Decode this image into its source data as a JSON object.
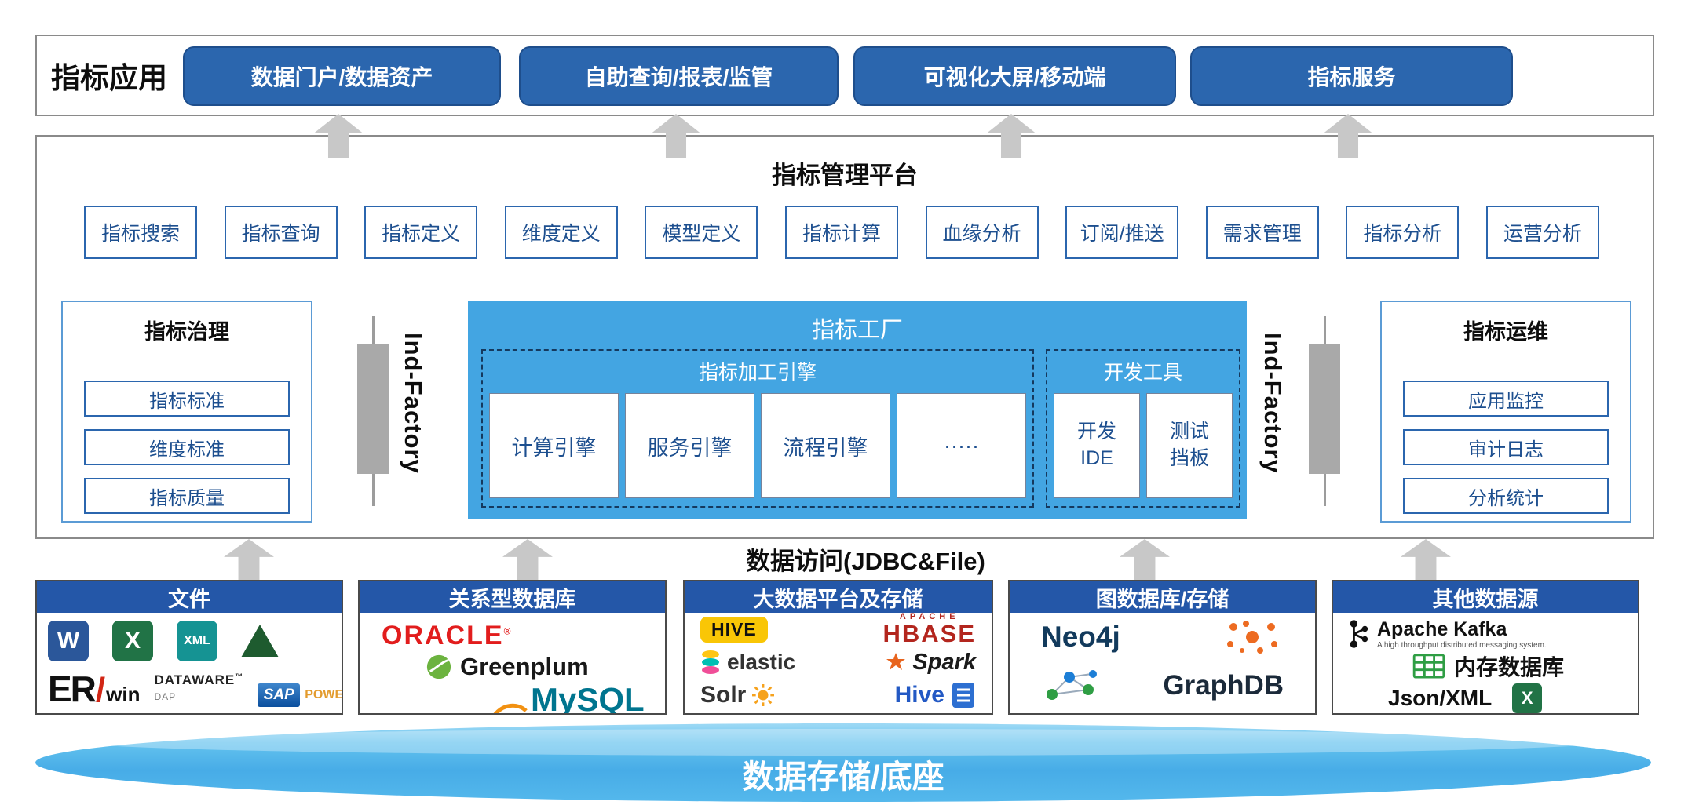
{
  "colors": {
    "button_blue": "#2b66ae",
    "panel_blue": "#43a5e2",
    "header_blue": "#2457a8",
    "arrow_gray": "#c8c8c8",
    "base_blue": "#54b8ec",
    "box_border_blue": "#2b66ae",
    "box_text_blue": "#1d4f8f"
  },
  "top": {
    "label": "指标应用",
    "buttons": [
      "数据门户/数据资产",
      "自助查询/报表/监管",
      "可视化大屏/移动端",
      "指标服务"
    ]
  },
  "platform": {
    "title": "指标管理平台",
    "modules": [
      "指标搜索",
      "指标查询",
      "指标定义",
      "维度定义",
      "模型定义",
      "指标计算",
      "血缘分析",
      "订阅/推送",
      "需求管理",
      "指标分析",
      "运营分析"
    ],
    "governance": {
      "title": "指标治理",
      "items": [
        "指标标准",
        "维度标准",
        "指标质量"
      ]
    },
    "factory": {
      "title": "指标工厂",
      "left_rail": "Ind-Factory",
      "right_rail": "Ind-Factory",
      "engines": {
        "title": "指标加工引擎",
        "items": [
          "计算引擎",
          "服务引擎",
          "流程引擎",
          "·····"
        ]
      },
      "devtools": {
        "title": "开发工具",
        "items": [
          {
            "l1": "开发",
            "l2": "IDE"
          },
          {
            "l1": "测试",
            "l2": "挡板"
          }
        ]
      }
    },
    "operations": {
      "title": "指标运维",
      "items": [
        "应用监控",
        "审计日志",
        "分析统计"
      ]
    }
  },
  "data_access_label": "数据访问(JDBC&File)",
  "sources": [
    {
      "title": "文件",
      "word": "W",
      "excel": "X",
      "xml": "XML",
      "erwin_er": "ER",
      "erwin_slash": "/",
      "erwin_win": "win",
      "dataware": "DATAWARE",
      "dataware_tm": "™",
      "dataware_sub": "DAP",
      "sap": "SAP",
      "powerdesigner": "POWERDESIGNER"
    },
    {
      "title": "关系型数据库",
      "oracle": "ORACLE",
      "oracle_reg": "®",
      "greenplum": "Greenplum",
      "mysql": "MySQL"
    },
    {
      "title": "大数据平台及存储",
      "hive_badge": "HIVE",
      "apache_small": "APACHE",
      "hbase": "HBASE",
      "elastic": "elastic",
      "spark": "Spark",
      "solr": "Solr",
      "hive_text": "Hive"
    },
    {
      "title": "图数据库/存储",
      "neo4j": "Neo4j",
      "graphdb": "GraphDB"
    },
    {
      "title": "其他数据源",
      "kafka": "Apache Kafka",
      "kafka_tagline": "A high throughput distributed messaging system.",
      "memdb": "内存数据库",
      "jsonxml": "Json/XML"
    }
  ],
  "base": {
    "label": "数据存储/底座"
  }
}
